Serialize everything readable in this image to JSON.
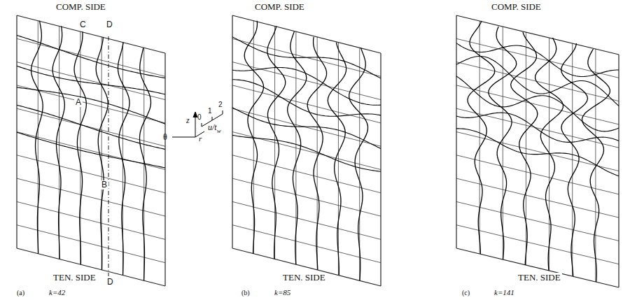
{
  "diagram": {
    "labels": [
      "COMP. SIDE",
      "C",
      "D",
      "A",
      "B",
      "D",
      "TEN. SIDE",
      "z",
      "θ",
      "r",
      "0",
      "1",
      "2",
      "u/t",
      "w",
      "COMP. SIDE",
      "TEN. SIDE",
      "COMP. SIDE",
      "TEN. SIDE",
      "(a)",
      "k=42",
      "(b)",
      "k=85",
      "(c)",
      "k=141"
    ]
  }
}
